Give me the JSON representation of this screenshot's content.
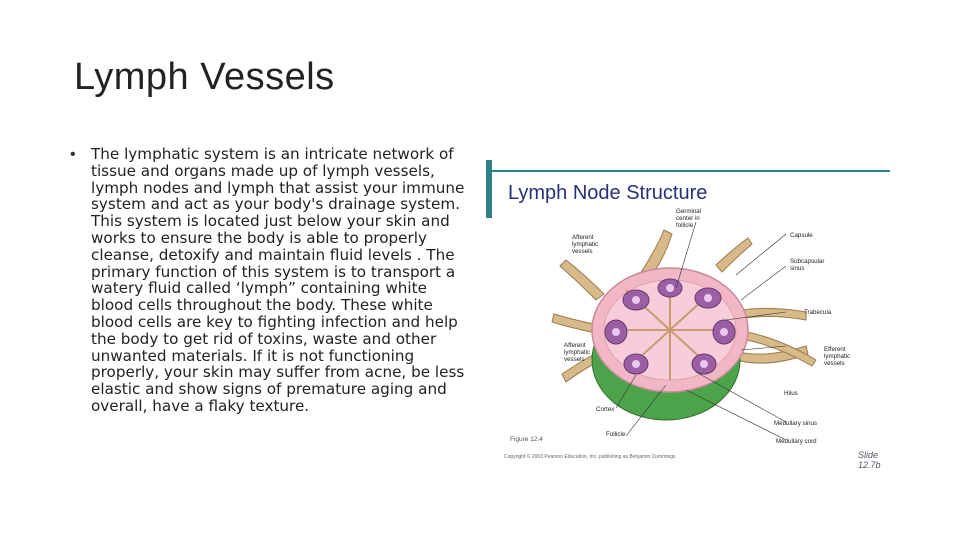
{
  "slide": {
    "title": "Lymph Vessels",
    "bullet": "The lymphatic system is an intricate network of tissue and organs made up of lymph vessels, lymph nodes and lymph that assist your immune system and act as your body's drainage system. This system is located just below your skin and works to ensure the body is able to properly cleanse, detoxify and maintain fluid levels . The primary function of this system is to transport a watery fluid called ‘lymph” containing white blood cells throughout the body. These white blood cells are key to fighting infection and help the body to get rid of toxins, waste and other unwanted materials. If it is not functioning properly, your skin may suffer from acne, be less elastic and show signs of premature aging and overall, have a flaky texture."
  },
  "figure": {
    "title": "Lymph Node Structure",
    "labels": {
      "germinal": "Germinal center in follicle",
      "afferent_top": "Afferent lymphatic vessels",
      "capsule": "Capsule",
      "subcapsular": "Subcapsular sinus",
      "trabecula": "Trabecula",
      "afferent_left": "Afferent lymphatic vessels",
      "efferent": "Efferent lymphatic vessels",
      "hilus": "Hilus",
      "cortex": "Cortex",
      "medullary_sinus": "Medullary sinus",
      "follicle": "Follicle",
      "medullary_cord": "Medullary cord"
    },
    "figure_number": "Figure 12.4",
    "copyright": "Copyright © 2003 Pearson Education, Inc. publishing as Benjamin Cummings",
    "slide_mark": "Slide 12.7b",
    "colors": {
      "accent": "#2f7f86",
      "title": "#2b2f7a",
      "node_pink": "#f2b7c6",
      "follicle_purple": "#9b5fa3",
      "medulla_green": "#4ca34a",
      "vessel_tan": "#d8b98a"
    }
  }
}
